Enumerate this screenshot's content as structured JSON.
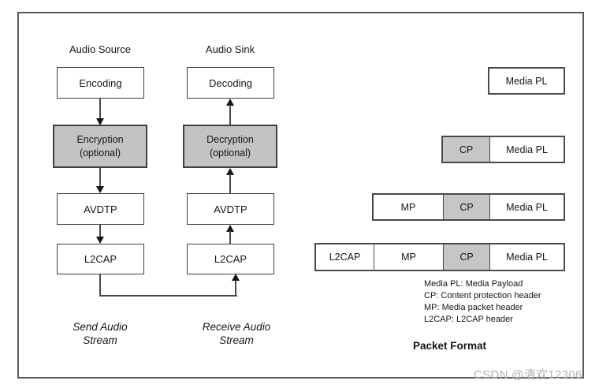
{
  "stacks": {
    "source": {
      "title": "Audio Source",
      "encoding": "Encoding",
      "encryption": [
        "Encryption",
        "(optional)"
      ],
      "avdtp": "AVDTP",
      "l2cap": "L2CAP",
      "caption": [
        "Send Audio",
        "Stream"
      ]
    },
    "sink": {
      "title": "Audio Sink",
      "decoding": "Decoding",
      "decryption": [
        "Decryption",
        "(optional)"
      ],
      "avdtp": "AVDTP",
      "l2cap": "L2CAP",
      "caption": [
        "Receive Audio",
        "Stream"
      ]
    }
  },
  "packet_format": {
    "title": "Packet Format",
    "rows": [
      {
        "cells": [
          {
            "label": "Media PL",
            "type": "plain"
          }
        ]
      },
      {
        "cells": [
          {
            "label": "CP",
            "type": "gray"
          },
          {
            "label": "Media PL",
            "type": "plain"
          }
        ]
      },
      {
        "cells": [
          {
            "label": "MP",
            "type": "plain"
          },
          {
            "label": "CP",
            "type": "gray"
          },
          {
            "label": "Media PL",
            "type": "plain"
          }
        ]
      },
      {
        "cells": [
          {
            "label": "L2CAP",
            "type": "plain"
          },
          {
            "label": "MP",
            "type": "plain"
          },
          {
            "label": "CP",
            "type": "gray"
          },
          {
            "label": "Media PL",
            "type": "plain"
          }
        ]
      }
    ],
    "legend": [
      "Media PL: Media Payload",
      "CP: Content protection header",
      "MP: Media packet header",
      "L2CAP: L2CAP header"
    ]
  },
  "watermark": "CSDN @清欢12306",
  "colors": {
    "gray_fill": "#c3c3c3",
    "line": "#4a4a4a",
    "frame_border": "#5a5a5a",
    "watermark": "#b5b2b3"
  }
}
